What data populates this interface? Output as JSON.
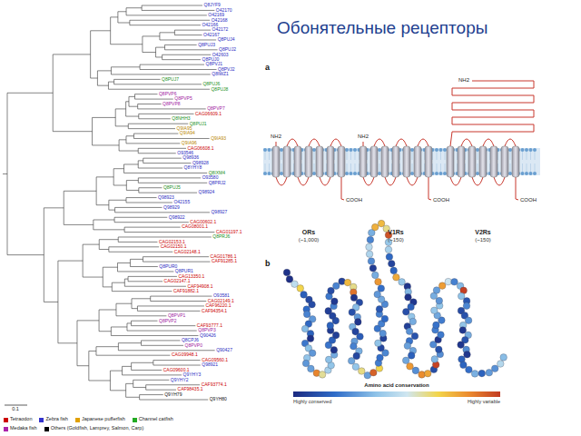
{
  "diagram": {
    "title": "Обонятельные рецепторы",
    "labels": [
      "Q8JYF9",
      "O42170",
      "O42169",
      "O42168",
      "O42166",
      "O42172",
      "O42167",
      "Q8PUJ4",
      "Q8PUJ3",
      "Q8PUJ2",
      "O42603",
      "Q8PUJ0",
      "Q8PVJ1",
      "Q8PVJ2",
      "Q8IWZ1",
      "Q8PUJ7",
      "Q8PUJ6",
      "Q8PUJ8",
      "Q8PVP6",
      "Q8PVP5",
      "Q8PVP8",
      "Q8PVP7",
      "CAG06609.1",
      "Q8NHH3",
      "Q8PUJ1",
      "Q9IA95",
      "Q9IA94",
      "Q9IA93",
      "Q9IA96",
      "CAG06608.1",
      "O93546",
      "Q98936",
      "Q98928",
      "Q8YHY8",
      "Q8IXM4",
      "O93580",
      "Q8PRJ2",
      "Q8PUJ5",
      "Q98924",
      "Q98923",
      "O42155",
      "Q98929",
      "Q98927",
      "Q98922",
      "CAG00602.1",
      "CAG08001.1",
      "CAG01197.1",
      "Q8PRJ6",
      "CAG02153.1",
      "CAG02150.1",
      "CAG02148.1",
      "CAG01786.1",
      "CAF91285.1",
      "Q8PUR0",
      "Q8PUR1",
      "CAG13350.1",
      "CAG02147.1",
      "CAF94908.1",
      "CAF91882.1",
      "O93581",
      "CAG02149.1",
      "CAF96220.1",
      "CAF94354.1",
      "Q8PVP1",
      "Q8PVP2",
      "CAF93777.1",
      "Q8PVP3",
      "Q90426",
      "Q8CPJ6",
      "Q8PVP0",
      "Q90427",
      "CAG09948.1",
      "CAG09560.1",
      "Q98921",
      "CAG09600.1",
      "Q9YHY3",
      "Q9YHY2",
      "CAF93774.1",
      "CAF98435.1",
      "Q9YH79",
      "Q9YH80",
      "0.1",
      "a",
      "NH2",
      "NH2",
      "NH2",
      "COOH",
      "COOH",
      "COOH",
      "ORs",
      "(~1,000)",
      "V1Rs",
      "(~150)",
      "V2Rs",
      "(~150)",
      "b",
      "Amino acid conservation",
      "Highly conserved",
      "Highly variable"
    ],
    "legend": [
      {
        "text": "Tetraodon",
        "color": "#cc0000"
      },
      {
        "text": "Zebra fish",
        "color": "#3333cc"
      },
      {
        "text": "Japanese pufferfish",
        "color": "#e0a000"
      },
      {
        "text": "Channel catfish",
        "color": "#22aa22"
      },
      {
        "text": "Medaka fish",
        "color": "#aa22aa"
      },
      {
        "text": "Others (Goldfish, Lamprey, Salmon, Carp)",
        "color": "#000000"
      }
    ]
  }
}
